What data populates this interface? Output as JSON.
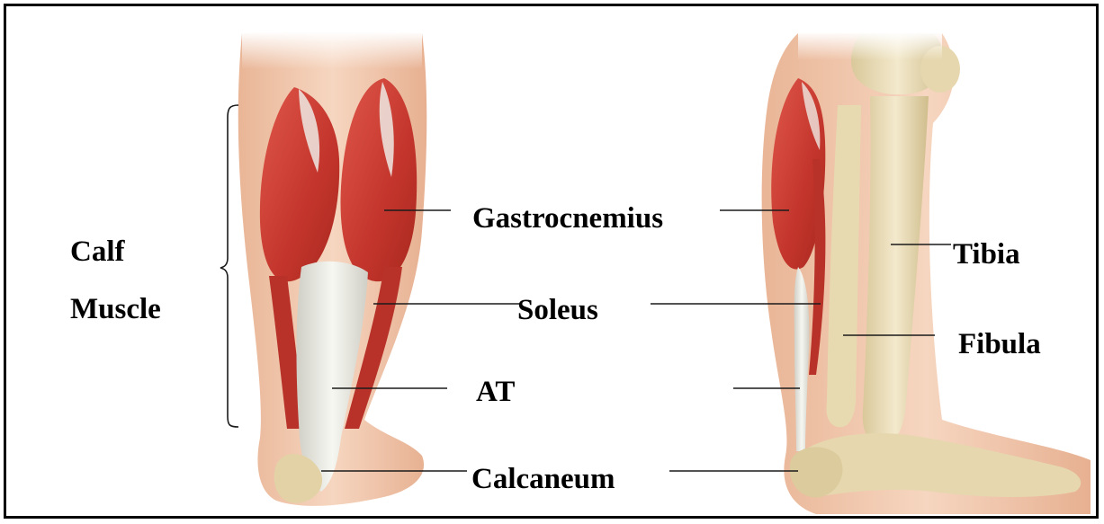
{
  "labels": {
    "calf": "Calf",
    "muscle": "Muscle",
    "gastrocnemius": "Gastrocnemius",
    "soleus": "Soleus",
    "at": "AT",
    "calcaneum": "Calcaneum",
    "tibia": "Tibia",
    "fibula": "Fibula"
  },
  "colors": {
    "frame": "#000000",
    "skin": "#f1c7ac",
    "muscle_red": "#c9392f",
    "tendon": "#e8e8e0",
    "bone": "#e9dcb4"
  }
}
